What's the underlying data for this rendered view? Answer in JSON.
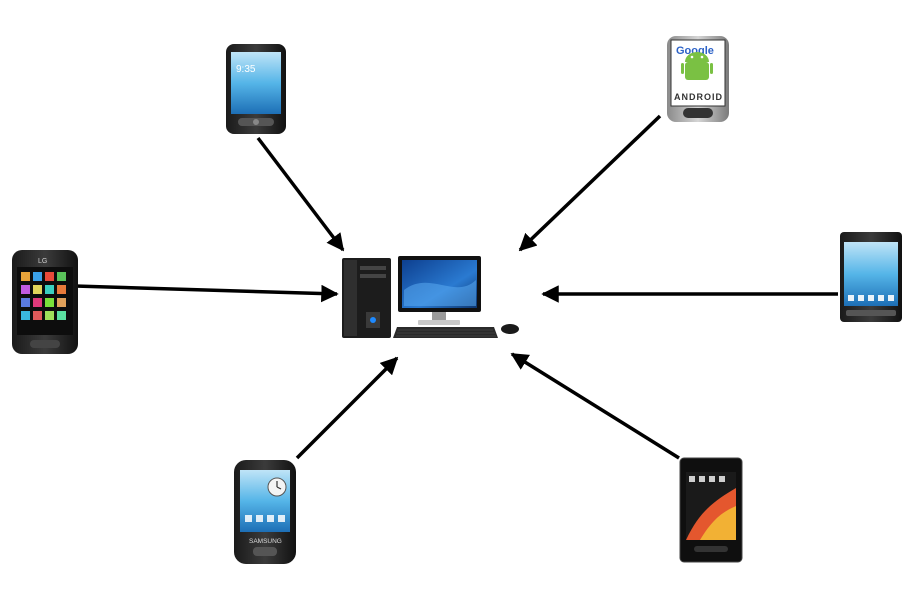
{
  "diagram": {
    "hub": {
      "name": "desktop-computer",
      "icon": "desktop-computer-icon"
    },
    "devices": [
      {
        "name": "pda-phone-top-left",
        "icon": "pda-phone-icon",
        "screen_text": "9:35"
      },
      {
        "name": "google-android-phone",
        "icon": "android-phone-icon",
        "screen_text": "Google",
        "logo_text": "ANDROID"
      },
      {
        "name": "lg-smartphone",
        "icon": "lg-phone-icon",
        "brand_text": "LG"
      },
      {
        "name": "landscape-smartphone",
        "icon": "landscape-phone-icon"
      },
      {
        "name": "samsung-smartphone",
        "icon": "samsung-phone-icon",
        "brand_text": "SAMSUNG"
      },
      {
        "name": "slate-smartphone",
        "icon": "slate-phone-icon"
      }
    ],
    "connections": [
      {
        "from": "pda-phone-top-left",
        "to": "desktop-computer"
      },
      {
        "from": "google-android-phone",
        "to": "desktop-computer"
      },
      {
        "from": "lg-smartphone",
        "to": "desktop-computer"
      },
      {
        "from": "landscape-smartphone",
        "to": "desktop-computer"
      },
      {
        "from": "samsung-smartphone",
        "to": "desktop-computer"
      },
      {
        "from": "slate-smartphone",
        "to": "desktop-computer"
      }
    ]
  }
}
